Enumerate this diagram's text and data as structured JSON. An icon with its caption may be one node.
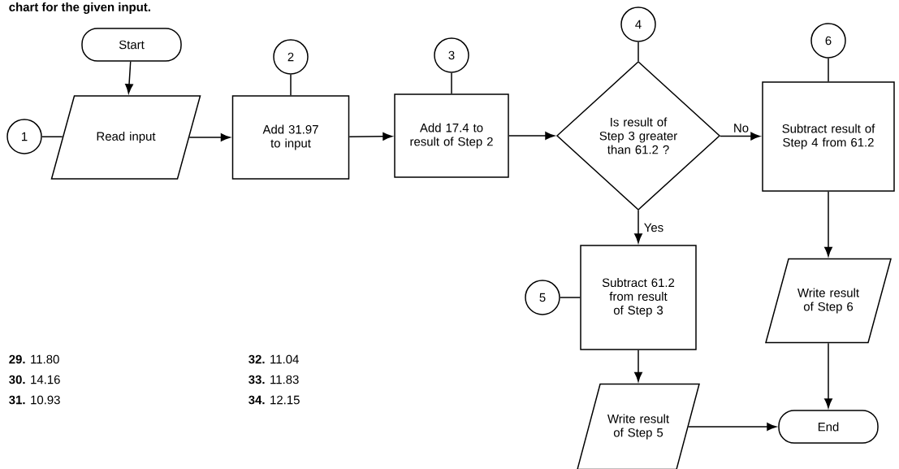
{
  "diagram": {
    "nodes": [
      {
        "text": [
          "Start"
        ]
      },
      {
        "text": [
          "1"
        ]
      },
      {
        "text": [
          "Read input"
        ]
      },
      {
        "text": [
          "2"
        ]
      },
      {
        "text": [
          "Add 31.97 to input"
        ]
      },
      {
        "text": [
          "3"
        ]
      },
      {
        "text": [
          "Add 17.4 to result of Step 2"
        ]
      },
      {
        "text": [
          "4"
        ]
      },
      {
        "text": [
          "Is result of Step 3 greater than 61.2 ?"
        ]
      },
      {
        "text": [
          "6"
        ]
      },
      {
        "text": [
          "Subtract result of Step 4 from 61.2"
        ]
      },
      {
        "text": [
          "5"
        ]
      },
      {
        "text": [
          "Subtract 61.2 from result of Step 3"
        ]
      },
      {
        "text": [
          "Write result of Step 6"
        ]
      },
      {
        "text": [
          "Write result of Step 5"
        ]
      },
      {
        "text": [
          "End"
        ]
      }
    ],
    "edges": [
      {
        "from": 0,
        "to": 2,
        "arrow": "to"
      },
      {
        "from": 1,
        "to": 2,
        "arrow": "none"
      },
      {
        "from": 3,
        "to": 4,
        "arrow": "none"
      },
      {
        "from": 2,
        "to": 4,
        "arrow": "to"
      },
      {
        "from": 5,
        "to": 6,
        "arrow": "none"
      },
      {
        "from": 4,
        "to": 6,
        "arrow": "to"
      },
      {
        "from": 7,
        "to": 8,
        "arrow": "none"
      },
      {
        "from": 6,
        "to": 8,
        "arrow": "to"
      },
      {
        "from": 8,
        "to": 10,
        "arrow": "to",
        "label": "No"
      },
      {
        "from": 9,
        "to": 10,
        "arrow": "none"
      },
      {
        "from": 8,
        "to": 12,
        "arrow": "to",
        "label": "Yes"
      },
      {
        "from": 11,
        "to": 12,
        "arrow": "none"
      },
      {
        "from": 10,
        "to": 13,
        "arrow": "to"
      },
      {
        "from": 12,
        "to": 14,
        "arrow": "to"
      },
      {
        "from": 13,
        "to": 15,
        "arrow": "to"
      },
      {
        "from": 14,
        "to": 15,
        "arrow": "to"
      }
    ],
    "labels": [
      "chart for the given input.",
      "**29.** 11.80",
      "**32.** 11.04",
      "**30.** 14.16",
      "**33.** 11.83",
      "**31.** 10.93",
      "**34.** 12.15"
    ]
  }
}
